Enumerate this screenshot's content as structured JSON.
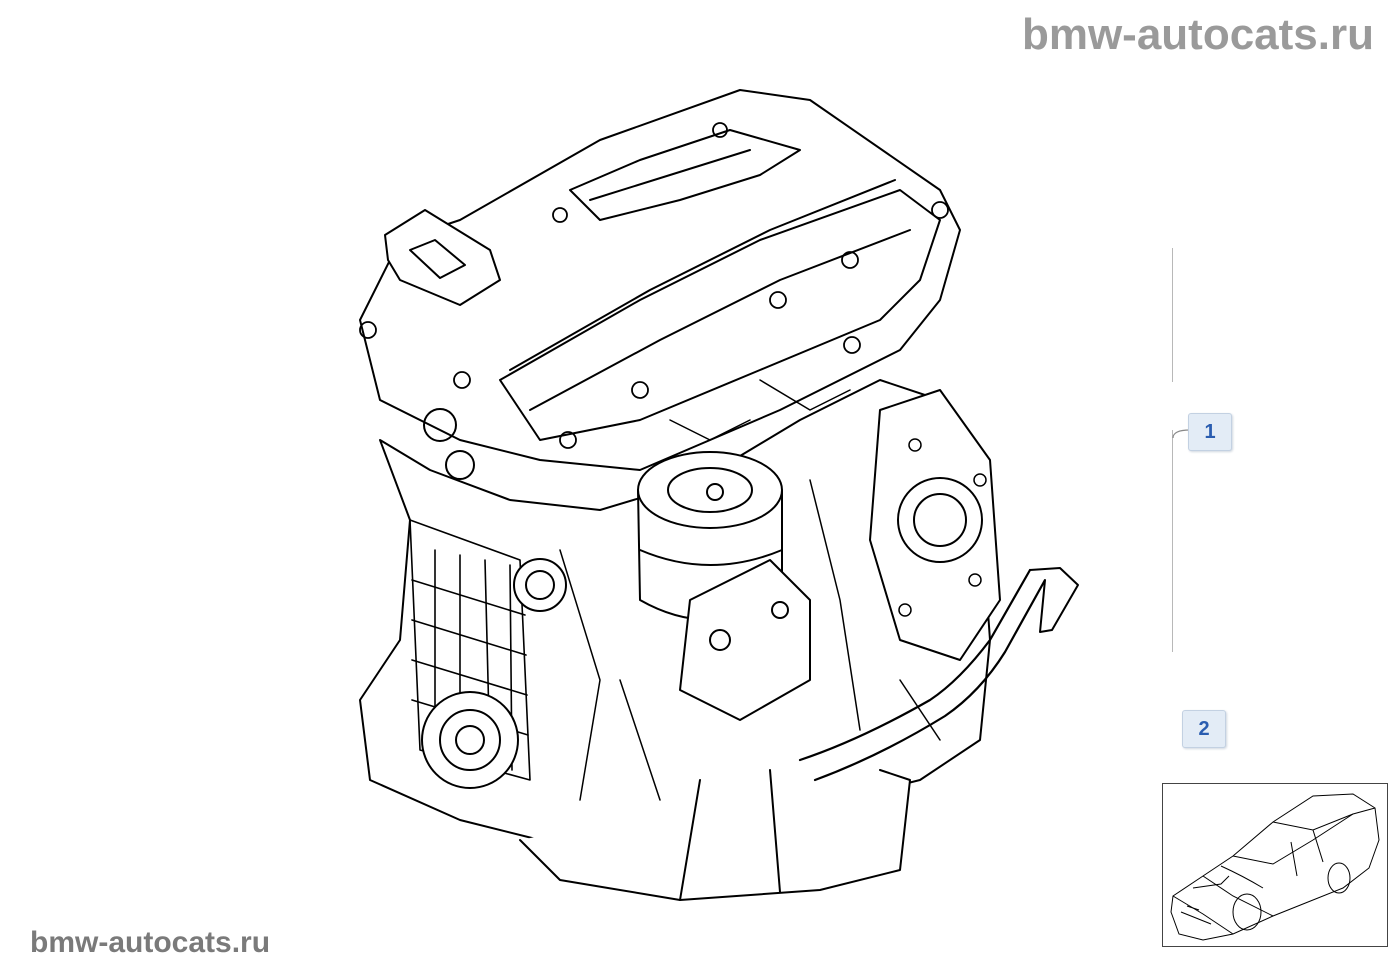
{
  "watermark_top": "bmw-autocats.ru",
  "watermark_bottom": "bmw-autocats.ru",
  "callouts": [
    {
      "label": "1"
    },
    {
      "label": "2"
    }
  ],
  "icons": {
    "engine_drawing": "engine-icon",
    "vehicle_thumbnail": "car-icon"
  },
  "colors": {
    "watermark": "#9a9a9a",
    "callout_bg": "#e3ecf6",
    "callout_text": "#2a5db0"
  }
}
